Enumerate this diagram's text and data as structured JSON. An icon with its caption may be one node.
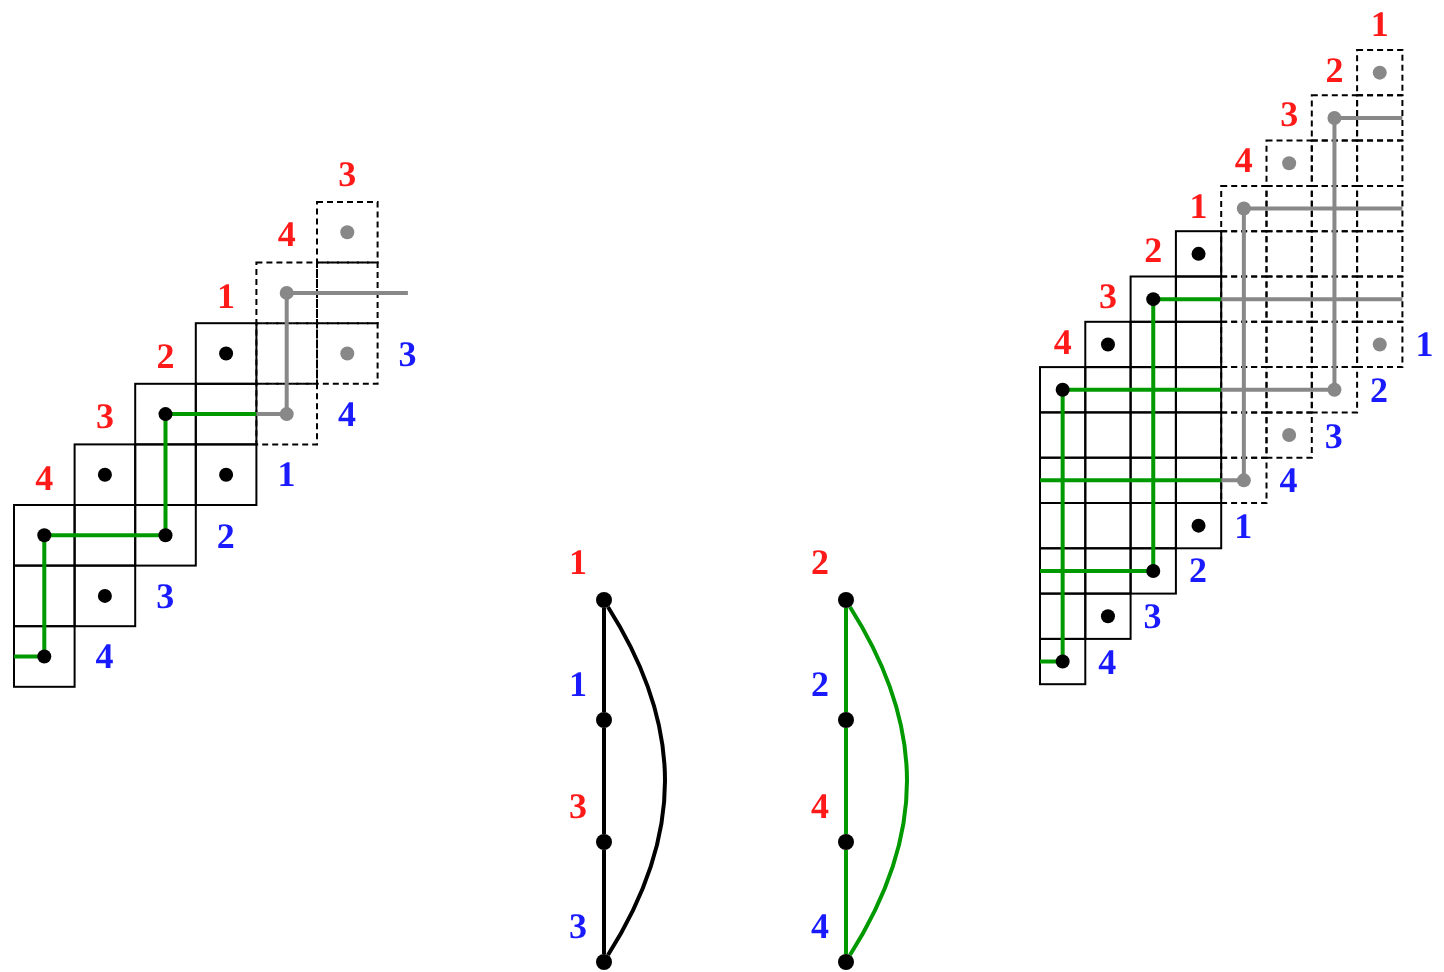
{
  "diagram": {
    "nodes": [
      {
        "text": [],
        "shape": "circle",
        "beside": [
          "1"
        ]
      },
      {
        "text": [],
        "shape": "circle",
        "beside": [
          "1"
        ]
      },
      {
        "text": [],
        "shape": "circle",
        "beside": [
          "3"
        ]
      },
      {
        "text": [],
        "shape": "circle",
        "beside": [
          "3"
        ]
      },
      {
        "text": [],
        "shape": "circle",
        "beside": [
          "2"
        ]
      },
      {
        "text": [],
        "shape": "circle",
        "beside": [
          "2"
        ]
      },
      {
        "text": [],
        "shape": "circle",
        "beside": [
          "4"
        ]
      },
      {
        "text": [],
        "shape": "circle",
        "beside": [
          "4"
        ]
      }
    ],
    "edges": [
      {
        "from": 0,
        "to": 1,
        "arrow": "none"
      },
      {
        "from": 1,
        "to": 2,
        "arrow": "none"
      },
      {
        "from": 2,
        "to": 3,
        "arrow": "none"
      },
      {
        "from": 0,
        "to": 3,
        "arrow": "none"
      },
      {
        "from": 4,
        "to": 5,
        "arrow": "none",
        "color": "#009900"
      },
      {
        "from": 5,
        "to": 6,
        "arrow": "none",
        "color": "#009900"
      },
      {
        "from": 6,
        "to": 7,
        "arrow": "none",
        "color": "#009900"
      },
      {
        "from": 4,
        "to": 7,
        "arrow": "none",
        "color": "#009900"
      }
    ],
    "labels": [
      "3",
      "4",
      "1",
      "2",
      "3",
      "4",
      "3",
      "4",
      "1",
      "2",
      "3",
      "4",
      "1",
      "2",
      "3",
      "4",
      "1",
      "2",
      "3",
      "4",
      "1",
      "2",
      "3",
      "4",
      "1",
      "2",
      "3",
      "4"
    ]
  }
}
